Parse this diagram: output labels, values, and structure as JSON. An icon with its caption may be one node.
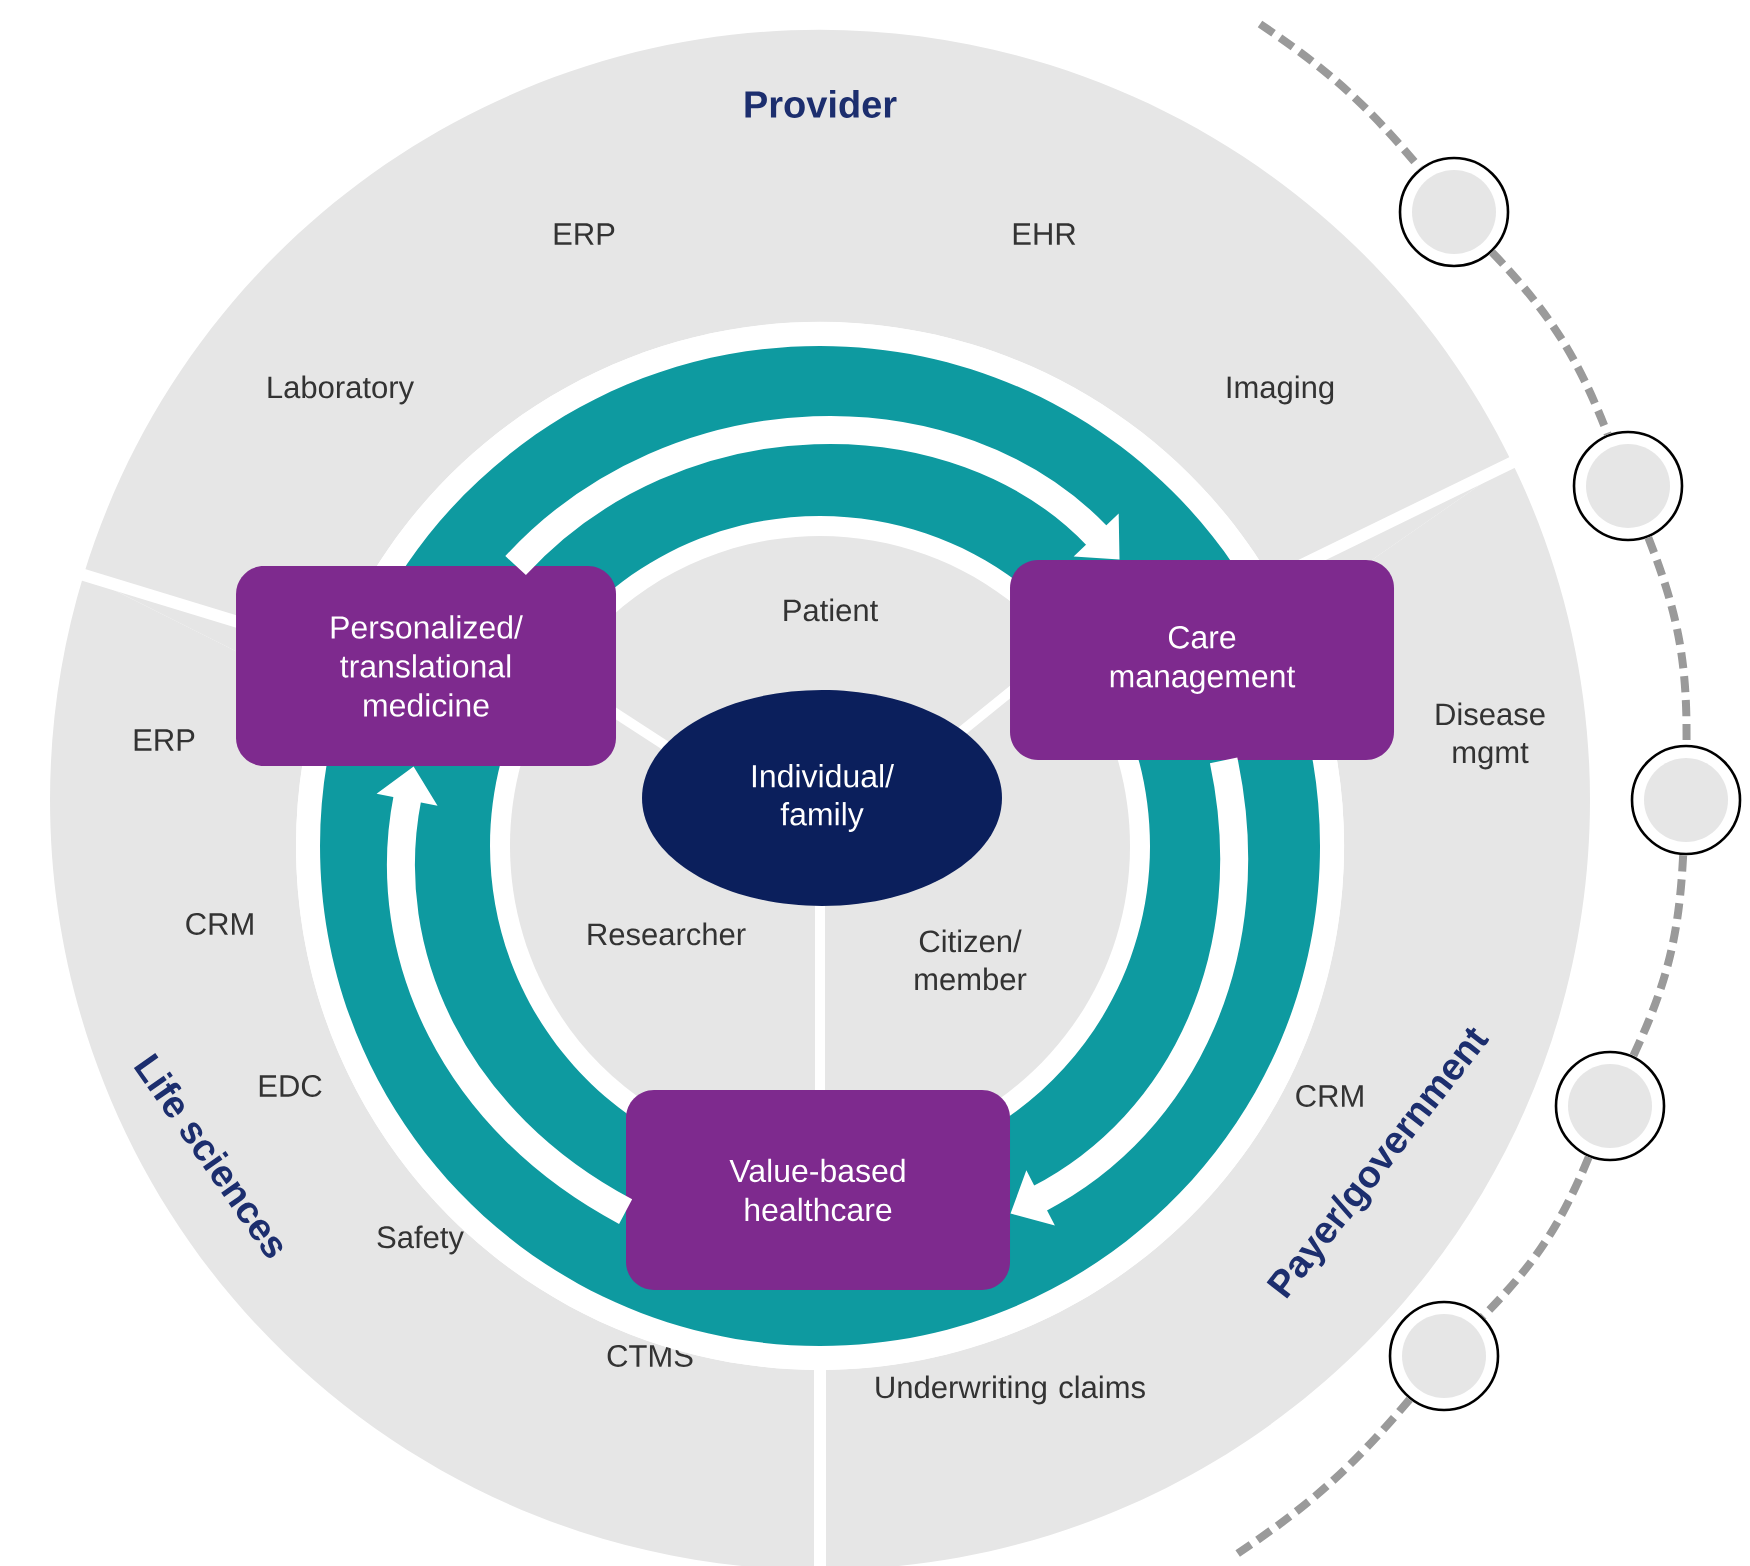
{
  "diagram": {
    "nodes": [
      {
        "text": [
          "Provider",
          "Laboratory",
          "ERP",
          "EHR",
          "Imaging"
        ]
      },
      {
        "text": [
          "Life sciences",
          "ERP",
          "CRM",
          "EDC",
          "Safety",
          "CTMS"
        ]
      },
      {
        "text": [
          "Payer/government",
          "Disease mgmt",
          "CRM",
          "Underwriting claims"
        ]
      },
      {
        "text": [
          "Patient"
        ]
      },
      {
        "text": [
          "Researcher"
        ]
      },
      {
        "text": [
          "Citizen/ member"
        ]
      },
      {
        "text": [
          "Individual/ family"
        ]
      },
      {
        "text": [
          "Personalized/ translational medicine"
        ]
      },
      {
        "text": [
          "Care management"
        ]
      },
      {
        "text": [
          "Value-based healthcare"
        ]
      },
      {
        "text": [],
        "shape": "circle"
      },
      {
        "text": [],
        "shape": "circle"
      },
      {
        "text": [],
        "shape": "circle"
      },
      {
        "text": [],
        "shape": "circle"
      },
      {
        "text": [],
        "shape": "circle"
      }
    ],
    "edges": [
      {
        "from": 7,
        "to": 8,
        "arrow": "to",
        "style": "thick",
        "color": "#ffffff"
      },
      {
        "from": 8,
        "to": 9,
        "arrow": "to",
        "style": "thick",
        "color": "#ffffff"
      },
      {
        "from": 9,
        "to": 7,
        "arrow": "to",
        "style": "thick",
        "color": "#ffffff"
      },
      {
        "from": null,
        "to": 10,
        "arrow": "none",
        "style": "dashed",
        "color": "#9a9a9a"
      },
      {
        "from": 10,
        "to": 11,
        "arrow": "none",
        "style": "dashed",
        "color": "#9a9a9a"
      },
      {
        "from": 11,
        "to": 12,
        "arrow": "none",
        "style": "dashed",
        "color": "#9a9a9a"
      },
      {
        "from": 12,
        "to": 13,
        "arrow": "none",
        "style": "dashed",
        "color": "#9a9a9a"
      },
      {
        "from": 13,
        "to": 14,
        "arrow": "none",
        "style": "dashed",
        "color": "#9a9a9a"
      },
      {
        "from": 14,
        "to": null,
        "arrow": "none",
        "style": "dashed",
        "color": "#9a9a9a"
      }
    ]
  }
}
